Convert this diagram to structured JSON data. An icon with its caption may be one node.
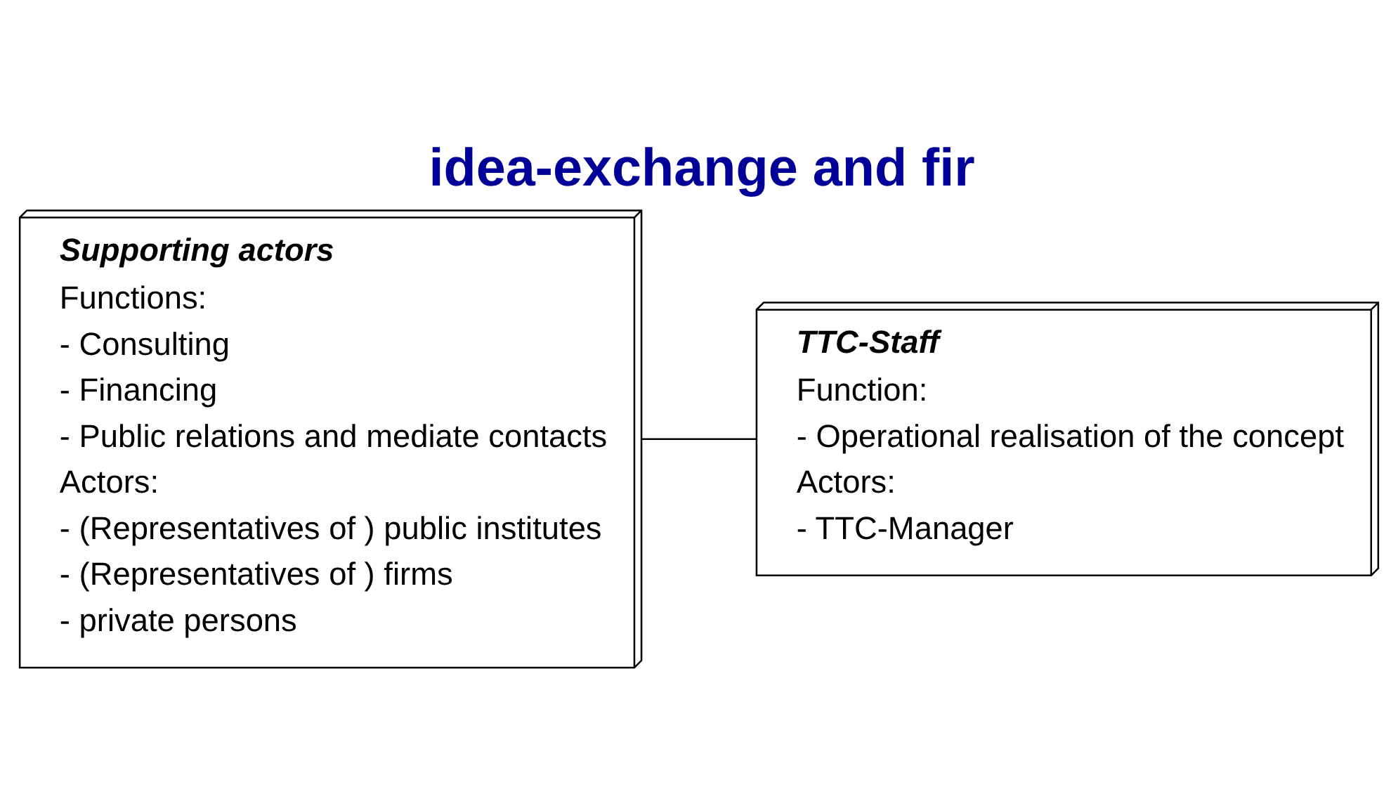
{
  "diagram": {
    "title": "idea-exchange and fir",
    "nodes": [
      {
        "text": [
          "Supporting actors",
          "Functions:",
          "- Consulting",
          "- Financing",
          "- Public relations and mediate contacts",
          "Actors:",
          "- (Representatives of ) public institutes",
          "- (Representatives of ) firms",
          "- private persons"
        ]
      },
      {
        "text": [
          "TTC-Staff",
          "Function:",
          "- Operational realisation of the concept",
          "Actors:",
          "- TTC-Manager"
        ]
      }
    ],
    "edges": [
      {
        "from": 0,
        "to": 1,
        "arrow": "none"
      }
    ]
  }
}
